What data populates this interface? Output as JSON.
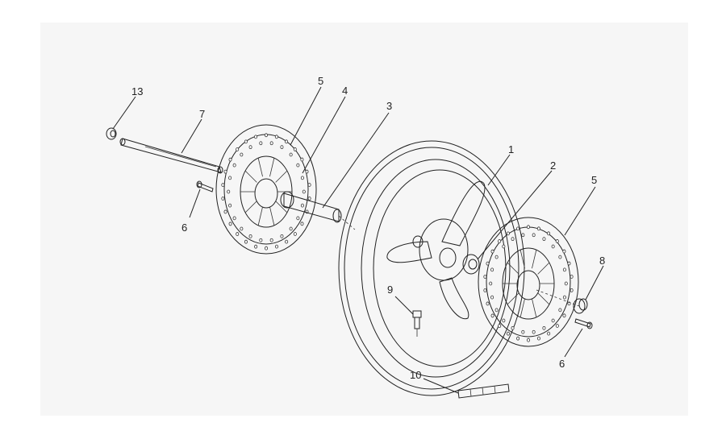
{
  "diagram": {
    "callouts": [
      {
        "id": "c13",
        "label": "13"
      },
      {
        "id": "c7",
        "label": "7"
      },
      {
        "id": "c5a",
        "label": "5"
      },
      {
        "id": "c4",
        "label": "4"
      },
      {
        "id": "c3",
        "label": "3"
      },
      {
        "id": "c6a",
        "label": "6"
      },
      {
        "id": "c1",
        "label": "1"
      },
      {
        "id": "c2",
        "label": "2"
      },
      {
        "id": "c5b",
        "label": "5"
      },
      {
        "id": "c8",
        "label": "8"
      },
      {
        "id": "c9",
        "label": "9"
      },
      {
        "id": "c6b",
        "label": "6"
      },
      {
        "id": "c10",
        "label": "10"
      }
    ],
    "colors": {
      "background": "#ffffff",
      "panel": "#f6f6f6",
      "line": "#222222"
    }
  }
}
